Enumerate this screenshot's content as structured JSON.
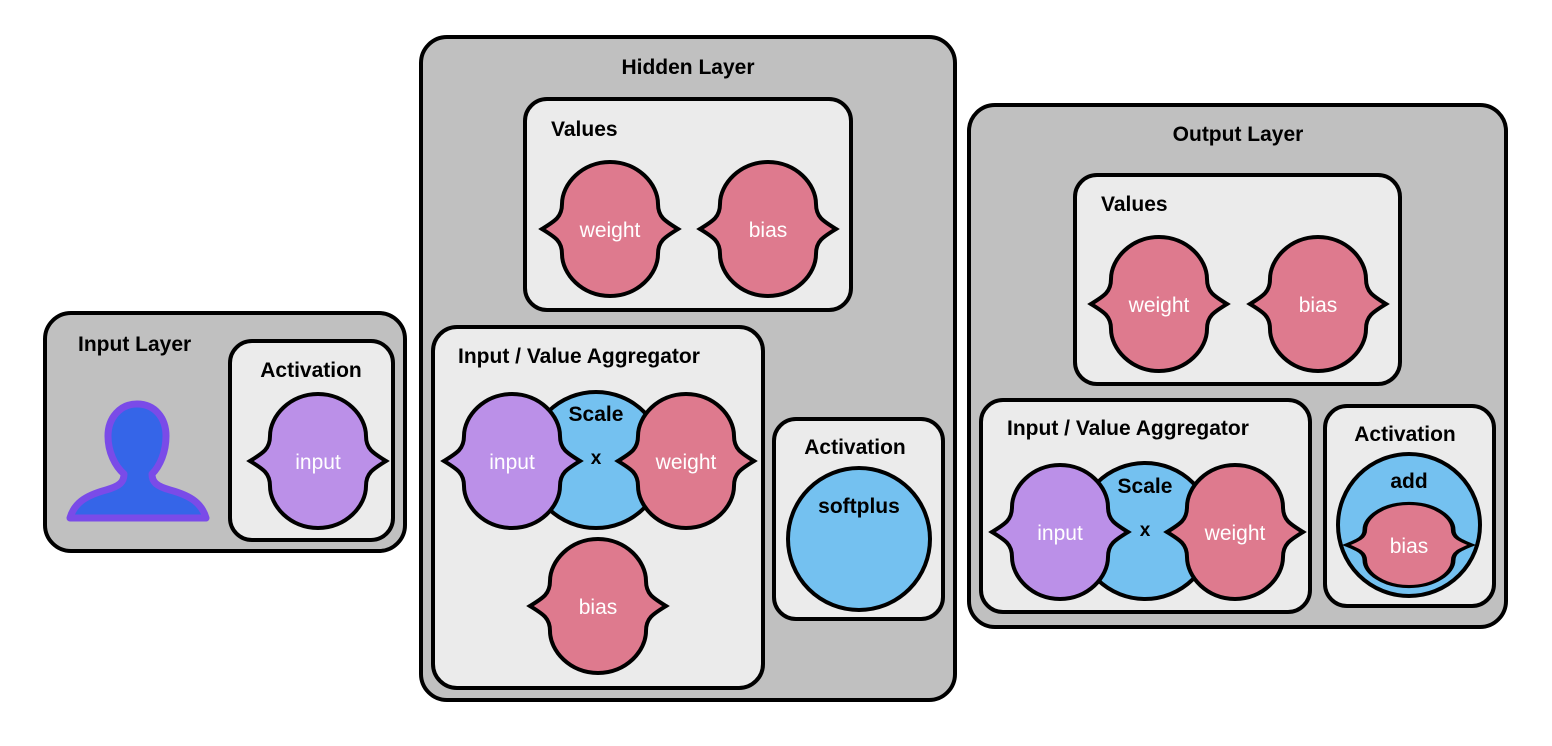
{
  "input_layer": {
    "title": "Input Layer",
    "activation": {
      "title": "Activation",
      "node": "input"
    }
  },
  "hidden_layer": {
    "title": "Hidden Layer",
    "values": {
      "title": "Values",
      "weight": "weight",
      "bias": "bias"
    },
    "aggregator": {
      "title": "Input / Value Aggregator",
      "scale": "Scale",
      "times": "x",
      "input": "input",
      "weight": "weight",
      "bias": "bias"
    },
    "activation": {
      "title": "Activation",
      "function": "softplus"
    }
  },
  "output_layer": {
    "title": "Output Layer",
    "values": {
      "title": "Values",
      "weight": "weight",
      "bias": "bias"
    },
    "aggregator": {
      "title": "Input / Value Aggregator",
      "scale": "Scale",
      "times": "x",
      "input": "input",
      "weight": "weight"
    },
    "activation": {
      "title": "Activation",
      "function": "add",
      "bias": "bias"
    }
  },
  "colors": {
    "layer_fill": "#c0c0c0",
    "panel_fill": "#ebebeb",
    "value_node": "#de7a8e",
    "input_node": "#bb90e8",
    "operation_node": "#74c1f0",
    "user_icon": "#3565e8",
    "user_icon_outline": "#7a4be8"
  },
  "icons": {
    "user": "person-silhouette-icon"
  }
}
